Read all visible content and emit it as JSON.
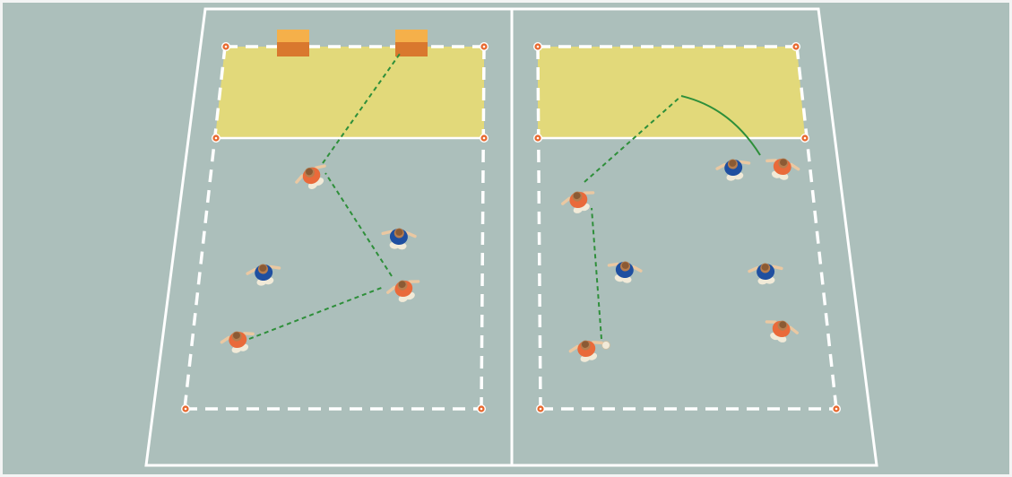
{
  "colors": {
    "floor": "#acbfbb",
    "court_line": "#ffffff",
    "zone": "#e2d97a",
    "zone_edge": "#d6cd6a",
    "team_orange": "#e96a3a",
    "team_blue": "#1f4fa0",
    "pass_line": "#2e8f3a",
    "cone": "#e8692f",
    "box_top": "#f5b04a",
    "box_front": "#d9782e"
  },
  "left_drill": {
    "goal_boxes": [
      "box",
      "box"
    ],
    "players": [
      {
        "team": "orange",
        "role": "attacker"
      },
      {
        "team": "blue",
        "role": "defender"
      },
      {
        "team": "orange",
        "role": "attacker"
      },
      {
        "team": "blue",
        "role": "defender"
      },
      {
        "team": "orange",
        "role": "attacker"
      }
    ],
    "passes": [
      "pass",
      "pass",
      "pass"
    ]
  },
  "right_drill": {
    "players": [
      {
        "team": "orange",
        "role": "attacker"
      },
      {
        "team": "blue",
        "role": "defender"
      },
      {
        "team": "orange",
        "role": "attacker"
      },
      {
        "team": "blue",
        "role": "defender"
      },
      {
        "team": "blue",
        "role": "defender"
      },
      {
        "team": "orange",
        "role": "attacker"
      },
      {
        "team": "orange",
        "role": "attacker"
      }
    ],
    "passes": [
      "pass",
      "pass"
    ],
    "shot": "curved-pass"
  }
}
